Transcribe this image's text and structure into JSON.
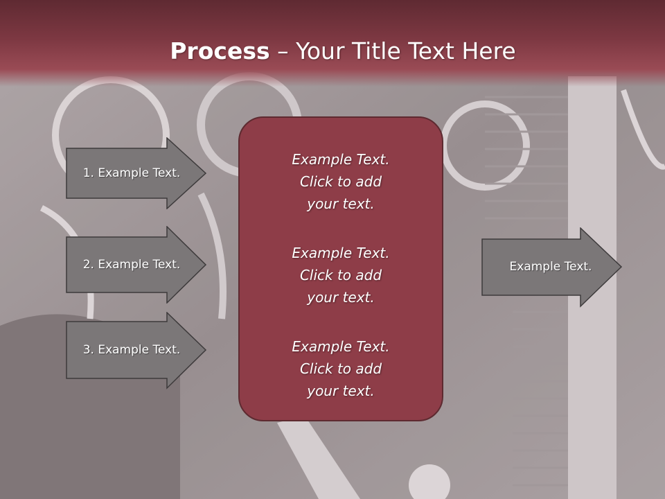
{
  "slide": {
    "title_bold": "Process",
    "title_rest": " – Your Title Text Here"
  },
  "left_arrows": [
    {
      "label": "1. Example Text."
    },
    {
      "label": "2. Example Text."
    },
    {
      "label": "3. Example Text."
    }
  ],
  "center_box": {
    "items": [
      "Example Text.\nClick  to add\nyour text.",
      "Example Text.\nClick  to add\nyour text.",
      "Example Text.\nClick  to add\nyour text."
    ]
  },
  "right_arrow": {
    "label": "Example Text."
  },
  "colors": {
    "title_band": "#7d3842",
    "box_fill": "#8e3d48",
    "arrow_fill": "#7b7778"
  }
}
